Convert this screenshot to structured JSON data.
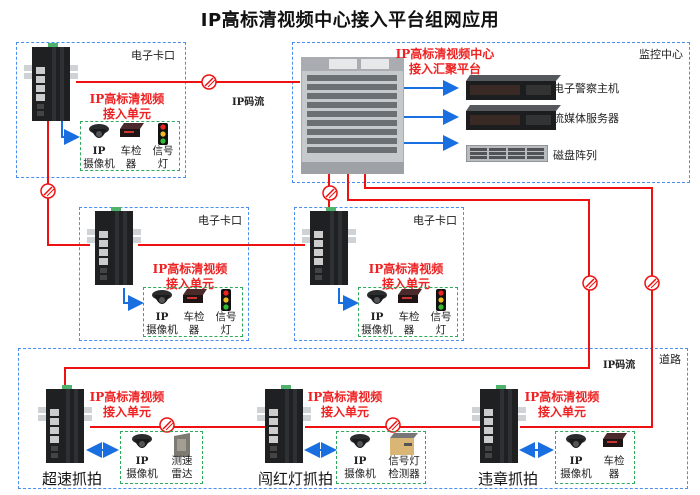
{
  "title": "IP高标清视频中心接入平台组网应用",
  "colors": {
    "link_red": "#ee1111",
    "arrow_blue": "#1a6fe0",
    "zone_blue": "#4a8ef0",
    "group_green": "#2eaa5a",
    "label_red": "#ee2222"
  },
  "zones": {
    "checkpoint_label": "电子卡口",
    "monitor_center_label": "监控中心",
    "road_label": "道路"
  },
  "access_unit_label_line1": "IP高标清视频",
  "access_unit_label_line2": "接入单元",
  "center_platform": {
    "label_line1": "IP高标清视频中心",
    "label_line2": "接入汇聚平台",
    "icon": "chassis-switch-icon"
  },
  "servers": [
    {
      "label": "电子警察主机",
      "icon": "rack-server-icon"
    },
    {
      "label": "流媒体服务器",
      "icon": "rack-server-icon"
    },
    {
      "label": "磁盘阵列",
      "icon": "disk-array-icon"
    }
  ],
  "stream_labels": [
    "IP码流",
    "IP码流"
  ],
  "checkpoint_devices": [
    {
      "line1": "IP",
      "line2": "摄像机",
      "icon": "dome-camera-icon"
    },
    {
      "line1": "车检",
      "line2": "器",
      "icon": "vehicle-detector-icon"
    },
    {
      "line1": "信号",
      "line2": "灯",
      "icon": "traffic-light-icon"
    }
  ],
  "road_sites": [
    {
      "name": "超速抓拍",
      "devices": [
        {
          "line1": "IP",
          "line2": "摄像机",
          "icon": "dome-camera-icon"
        },
        {
          "line1": "测速",
          "line2": "雷达",
          "icon": "speed-radar-icon"
        }
      ]
    },
    {
      "name": "闯红灯抓拍",
      "devices": [
        {
          "line1": "IP",
          "line2": "摄像机",
          "icon": "dome-camera-icon"
        },
        {
          "line1": "信号灯",
          "line2": "检测器",
          "icon": "signal-detector-icon"
        }
      ]
    },
    {
      "name": "违章抓拍",
      "devices": [
        {
          "line1": "IP",
          "line2": "摄像机",
          "icon": "dome-camera-icon"
        },
        {
          "line1": "车检",
          "line2": "器",
          "icon": "vehicle-detector-icon"
        }
      ]
    }
  ]
}
